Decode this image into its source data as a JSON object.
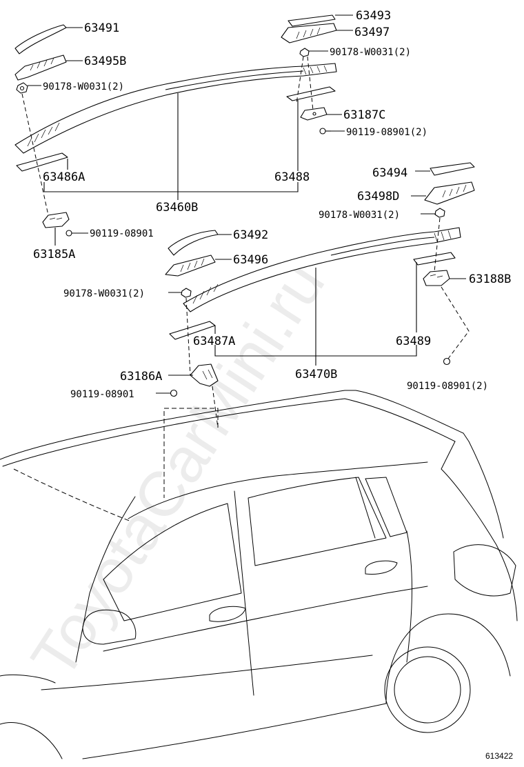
{
  "watermark": "ToyotaCarMini.ru",
  "figure_number": "613422",
  "labels": {
    "p63491": "63491",
    "p63495B": "63495B",
    "w_left_top": "90178-W0031(2)",
    "p63486A": "63486A",
    "p63488": "63488",
    "p63460B": "63460B",
    "s_63185": "90119-08901",
    "p63185A": "63185A",
    "p63493": "63493",
    "p63497": "63497",
    "w_right_top": "90178-W0031(2)",
    "p63187C": "63187C",
    "s_63187": "90119-08901(2)",
    "p63494": "63494",
    "p63498D": "63498D",
    "w_right_mid": "90178-W0031(2)",
    "p63188B": "63188B",
    "p63492": "63492",
    "p63496": "63496",
    "w_left_mid": "90178-W0031(2)",
    "p63487A": "63487A",
    "p63489": "63489",
    "p63470B": "63470B",
    "p63186A": "63186A",
    "s_63186": "90119-08901",
    "s_63188": "90119-08901(2)"
  }
}
